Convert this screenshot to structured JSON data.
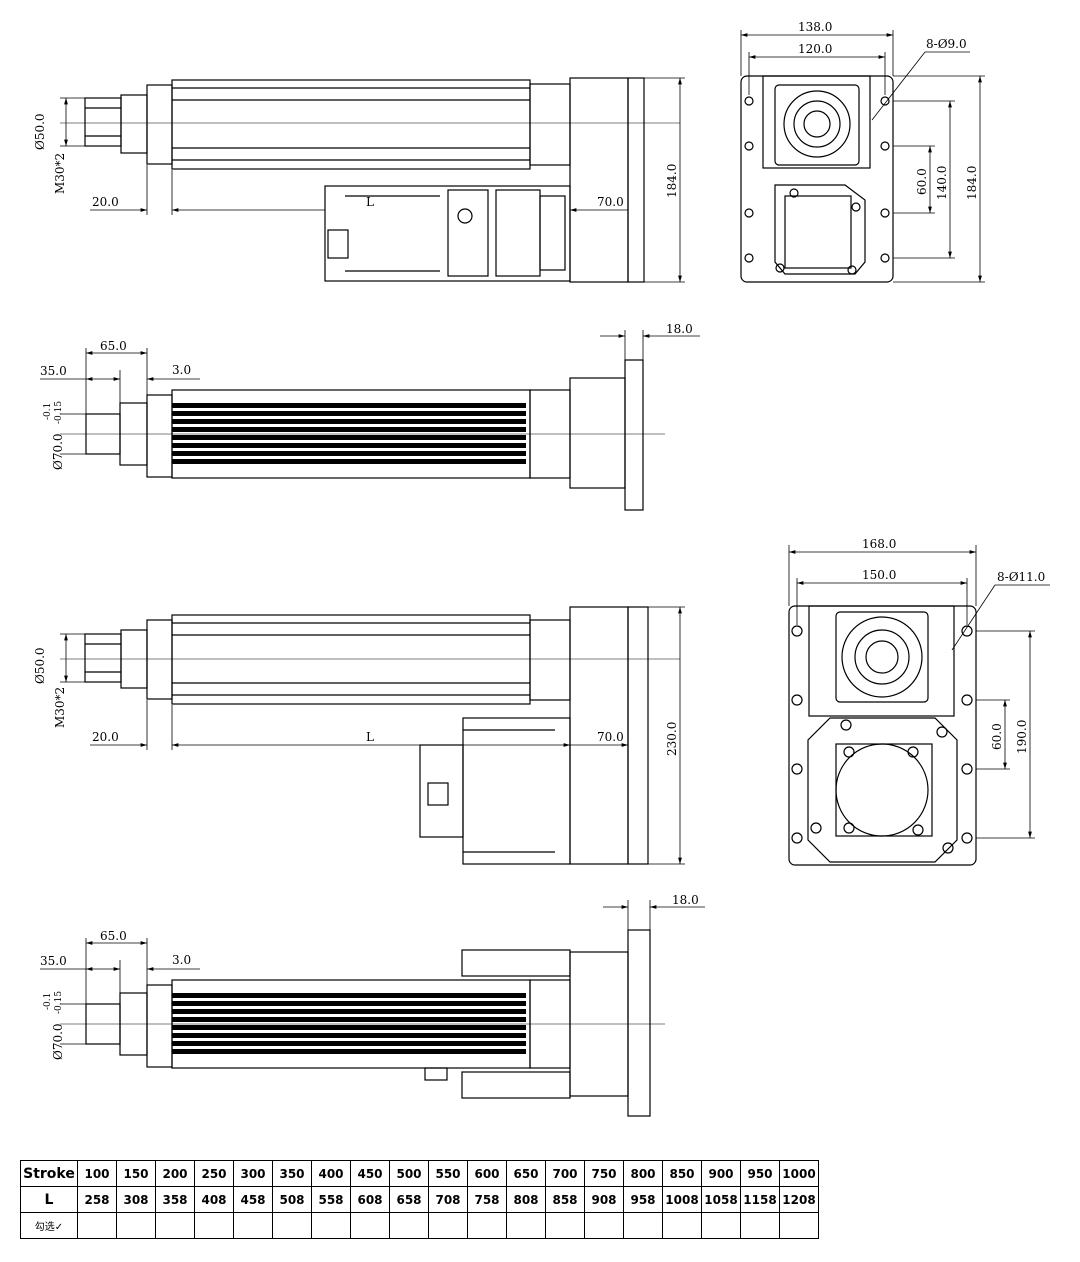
{
  "view1": {
    "dia_top": "Ø50.0",
    "thread_top": "M30*2",
    "gap_left": "20.0",
    "length_label": "L",
    "motor_offset": "70.0",
    "height": "184.0"
  },
  "end1": {
    "width_outer": "138.0",
    "width_inner": "120.0",
    "holes": "8-Ø9.0",
    "hole_pitch": "60.0",
    "inner_height": "140.0",
    "outer_height": "184.0"
  },
  "view2": {
    "rod_len": "65.0",
    "nut_len": "35.0",
    "gap": "3.0",
    "flange_thk": "18.0",
    "dia_side": "Ø70.0",
    "tol_upper": "-0.1",
    "tol_lower": "-0.15"
  },
  "view3": {
    "dia_top": "Ø50.0",
    "thread_top": "M30*2",
    "gap_left": "20.0",
    "length_label": "L",
    "motor_offset": "70.0",
    "height": "230.0"
  },
  "end2": {
    "width_outer": "168.0",
    "width_inner": "150.0",
    "holes": "8-Ø11.0",
    "hole_pitch": "60.0",
    "inner_height": "190.0"
  },
  "view4": {
    "rod_len": "65.0",
    "nut_len": "35.0",
    "gap": "3.0",
    "flange_thk": "18.0",
    "dia_side": "Ø70.0",
    "tol_upper": "-0.1",
    "tol_lower": "-0.15"
  },
  "table": {
    "stroke_label": "Stroke",
    "strokes": [
      "100",
      "150",
      "200",
      "250",
      "300",
      "350",
      "400",
      "450",
      "500",
      "550",
      "600",
      "650",
      "700",
      "750",
      "800",
      "850",
      "900",
      "950",
      "1000"
    ],
    "l_label": "L",
    "lengths": [
      "258",
      "308",
      "358",
      "408",
      "458",
      "508",
      "558",
      "608",
      "658",
      "708",
      "758",
      "808",
      "858",
      "908",
      "958",
      "1008",
      "1058",
      "1158",
      "1208"
    ],
    "check_label": "勾选✓"
  }
}
